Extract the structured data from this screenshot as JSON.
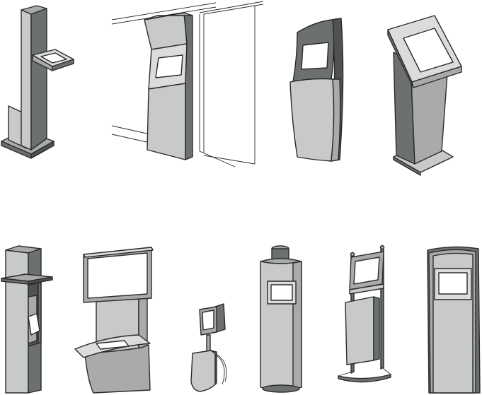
{
  "palette": {
    "light": "#c8c9c9",
    "mid": "#a9abab",
    "dark": "#6d7070",
    "darker": "#4e5252",
    "screen": "#ffffff",
    "frame": "#dcdcdc",
    "outline": "#2b2b2b"
  },
  "illustrations": [
    {
      "name": "kiosk-pillar-with-tray"
    },
    {
      "name": "kiosk-wall-slant"
    },
    {
      "name": "kiosk-curved-tall"
    },
    {
      "name": "kiosk-tilted-screen-stand"
    },
    {
      "name": "kiosk-tower-overhang"
    },
    {
      "name": "kiosk-large-display-desk"
    },
    {
      "name": "kiosk-small-pole-screen"
    },
    {
      "name": "kiosk-cylinder-column"
    },
    {
      "name": "kiosk-frame-stand"
    },
    {
      "name": "kiosk-rounded-panel"
    }
  ]
}
